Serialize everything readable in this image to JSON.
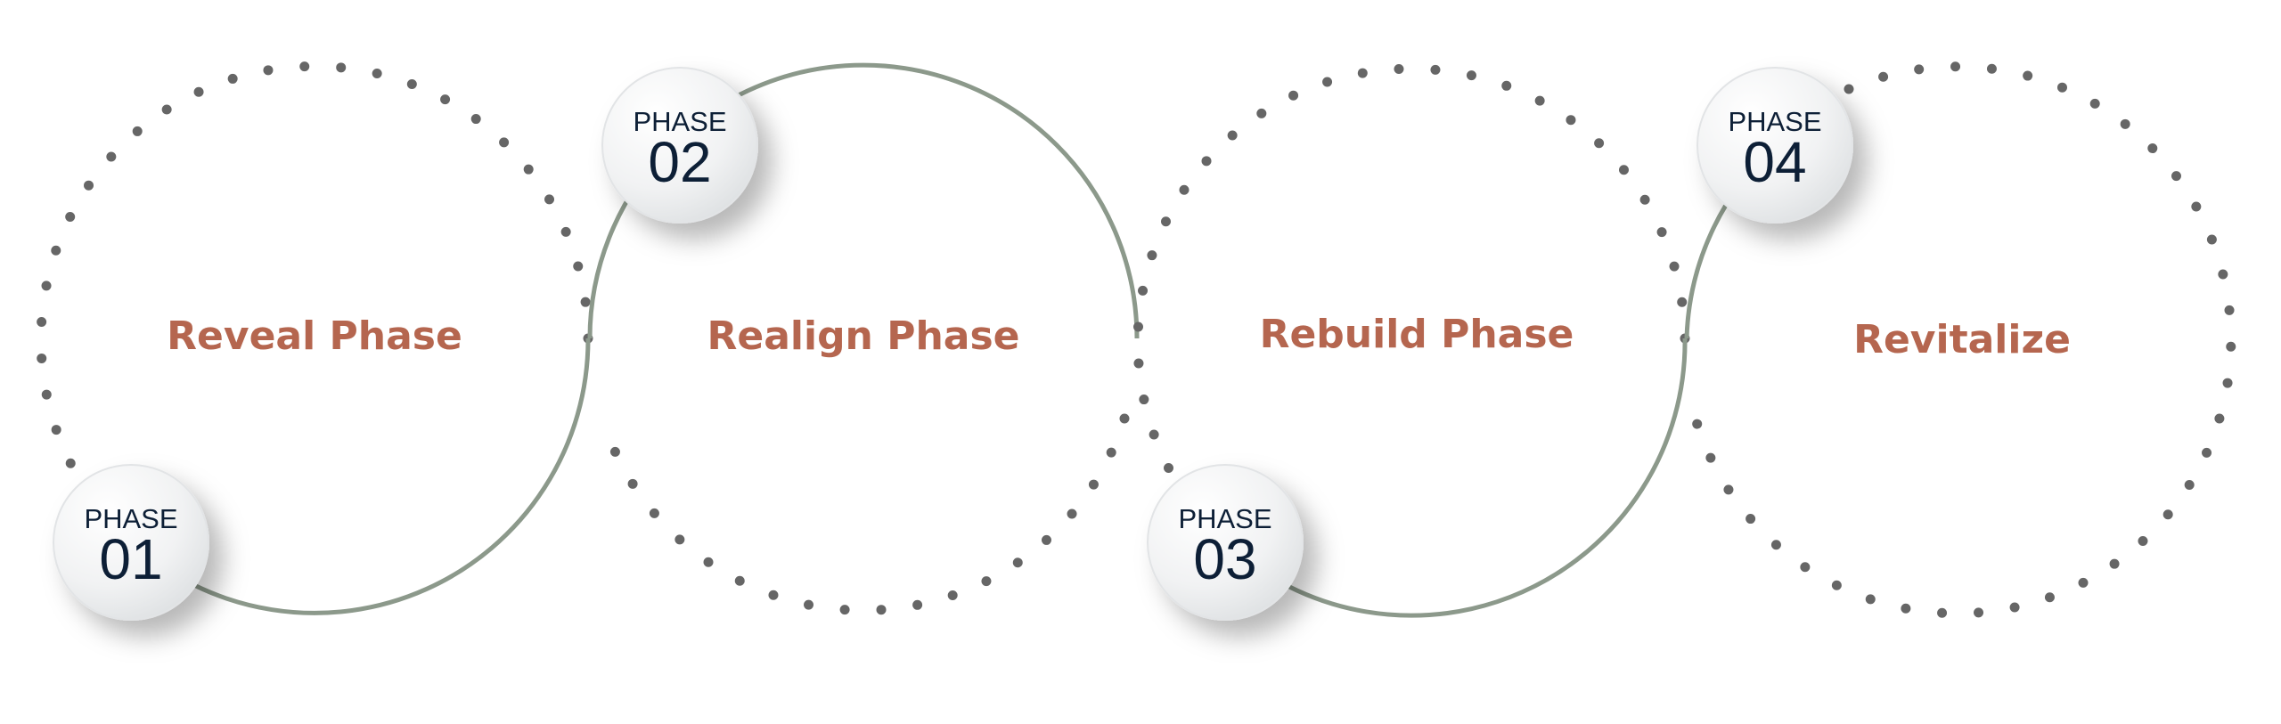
{
  "colors": {
    "label": "#b5664f",
    "badge_text": "#0d1f36",
    "solid_line": "#8c998b",
    "dots": "#666666"
  },
  "phases": [
    {
      "badge_label": "PHASE",
      "number": "01",
      "title": "Reveal Phase"
    },
    {
      "badge_label": "PHASE",
      "number": "02",
      "title": "Realign Phase"
    },
    {
      "badge_label": "PHASE",
      "number": "03",
      "title": "Rebuild Phase"
    },
    {
      "badge_label": "PHASE",
      "number": "04",
      "title": "Revitalize"
    }
  ]
}
